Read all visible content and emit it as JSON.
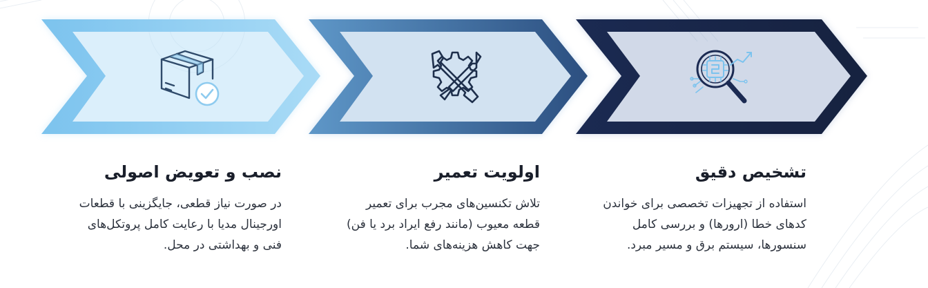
{
  "steps": [
    {
      "title": "تشخیص دقیق",
      "body": "استفاده از تجهیزات تخصصی برای خواندن کدهای خطا (ارورها) و بررسی کامل سنسورها، سیستم برق و مسیر مبرد.",
      "icon": "chip-magnifier-icon",
      "color": "#1b2a52"
    },
    {
      "title": "اولویت تعمیر",
      "body": "تلاش تکنسین‌های مجرب برای تعمیر قطعه معیوب (مانند رفع ایراد برد یا فن) جهت کاهش هزینه‌های شما.",
      "icon": "wrench-screwdriver-gear-icon",
      "color": "#3f6da0"
    },
    {
      "title": "نصب و تعویض اصولی",
      "body": "در صورت نیاز قطعی، جایگزینی با قطعات اورجینال مدیا با رعایت کامل پروتکل‌های فنی و بهداشتی در محل.",
      "icon": "box-check-icon",
      "color": "#8ecbef"
    }
  ]
}
